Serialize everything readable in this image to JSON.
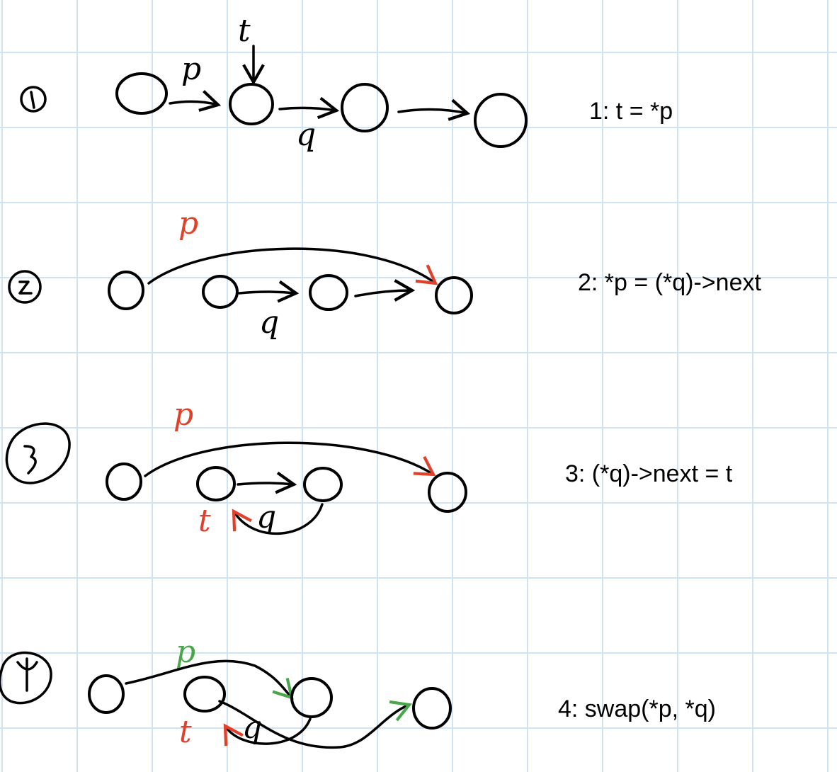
{
  "steps": [
    {
      "code": "1: t = *p"
    },
    {
      "code": "2: *p = (*q)->next"
    },
    {
      "code": "3: (*q)->next = t"
    },
    {
      "code": "4: swap(*p, *q)"
    }
  ],
  "pointers": {
    "p": "p",
    "q": "q",
    "t": "t"
  },
  "colors": {
    "black": "#000000",
    "red": "#e0412b",
    "green": "#4aa64a",
    "grid": "#cfe3f5"
  }
}
